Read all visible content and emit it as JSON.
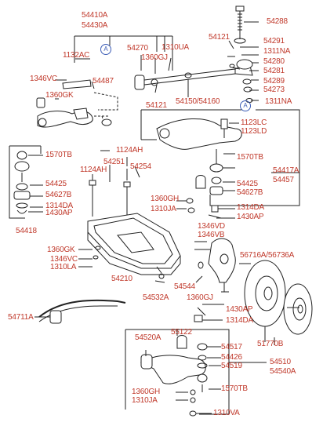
{
  "colors": {
    "label": "#c0392b",
    "line": "#222222",
    "marker": "#3a5bb5"
  },
  "markers": {
    "a_top": "A",
    "a_right": "A"
  },
  "labels": {
    "p54410A": "54410A",
    "p54430A": "54430A",
    "p54288": "54288",
    "p1132AC": "1132AC",
    "p54270": "54270",
    "p1310UA_top": "1310UA",
    "p54121_top": "54121",
    "p54291": "54291",
    "p1311NA_a": "1311NA",
    "p1360GJ_top": "1360GJ",
    "p54280": "54280",
    "p54281": "54281",
    "p1346VC_top": "1346VC",
    "p54487": "54487",
    "p54289": "54289",
    "p54273": "54273",
    "p1360GK_top": "1360GK",
    "p54121_mid": "54121",
    "p54150_54160": "54150/54160",
    "p1311NA_b": "1311NA",
    "p1123LC": "1123LC",
    "p1123LD": "1123LD",
    "p1570TB_left": "1570TB",
    "p1124AH_a": "1124AH",
    "p54251": "54251",
    "p54254": "54254",
    "p1124AH_b": "1124AH",
    "p1570TB_right": "1570TB",
    "p54417A": "54417A",
    "p54457": "54457",
    "p54425_left": "54425",
    "p54627B_left": "54627B",
    "p1314DA_left": "1314DA",
    "p1430AP_left": "1430AP",
    "p54425_right": "54425",
    "p54627B_right": "54627B",
    "p1360GH_mid": "1360GH",
    "p1310JA_mid": "1310JA",
    "p1314DA_mid": "1314DA",
    "p1430AP_mid": "1430AP",
    "p54418": "54418",
    "p1346VD": "1346VD",
    "p1346VB": "1346VB",
    "p1360GK_low": "1360GK",
    "p1346VC_low": "1346VC",
    "p1310LA": "1310LA",
    "p56716A_56736A": "56716A/56736A",
    "p54210": "54210",
    "p54544": "54544",
    "p54532A": "54532A",
    "p1360GJ_low": "1360GJ",
    "p54711A": "54711A",
    "p1430AP_low": "1430AP",
    "p1314DA_low": "1314DA",
    "p54520A": "54520A",
    "p55122": "55122",
    "p54517": "54517",
    "p54426": "54426",
    "p54519": "54519",
    "p54510": "54510",
    "p54540A": "54540A",
    "p51770B": "51770B",
    "p1570TB_low": "1570TB",
    "p1360GH_low": "1360GH",
    "p1310JA_low": "1310JA",
    "p1310VA": "1310VA"
  }
}
